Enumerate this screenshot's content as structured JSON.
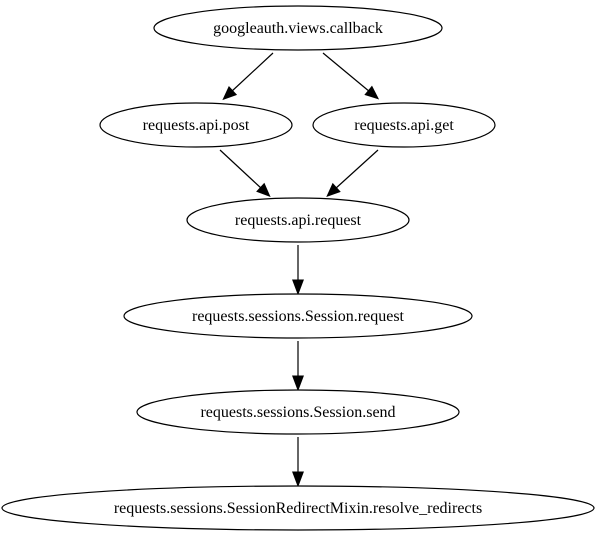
{
  "graph": {
    "nodes": [
      {
        "id": "callback",
        "label": "googleauth.views.callback"
      },
      {
        "id": "post",
        "label": "requests.api.post"
      },
      {
        "id": "get",
        "label": "requests.api.get"
      },
      {
        "id": "request",
        "label": "requests.api.request"
      },
      {
        "id": "session_request",
        "label": "requests.sessions.Session.request"
      },
      {
        "id": "session_send",
        "label": "requests.sessions.Session.send"
      },
      {
        "id": "resolve_redirects",
        "label": "requests.sessions.SessionRedirectMixin.resolve_redirects"
      }
    ],
    "edges": [
      {
        "from": "callback",
        "to": "post"
      },
      {
        "from": "callback",
        "to": "get"
      },
      {
        "from": "post",
        "to": "request"
      },
      {
        "from": "get",
        "to": "request"
      },
      {
        "from": "request",
        "to": "session_request"
      },
      {
        "from": "session_request",
        "to": "session_send"
      },
      {
        "from": "session_send",
        "to": "resolve_redirects"
      }
    ]
  }
}
